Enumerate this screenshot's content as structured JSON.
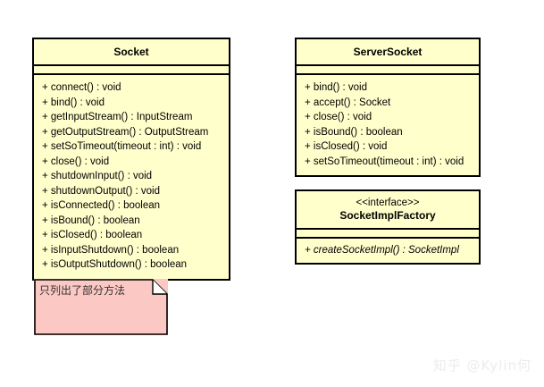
{
  "diagram": {
    "background_color": "#ffffff",
    "class_fill_color": "#ffffcc",
    "class_border_color": "#000000",
    "note_fill_color": "#fbc8c4",
    "classes": [
      {
        "id": "socket",
        "name": "Socket",
        "stereotype": "",
        "attributes": [],
        "operations": [
          "+ connect() : void",
          "+ bind() : void",
          "+ getInputStream() : InputStream",
          "+ getOutputStream() : OutputStream",
          "+ setSoTimeout(timeout : int) : void",
          "+ close() : void",
          "+ shutdownInput() : void",
          "+ shutdownOutput() : void",
          "+ isConnected() : boolean",
          "+ isBound() : boolean",
          "+ isClosed() : boolean",
          "+ isInputShutdown() : boolean",
          "+ isOutputShutdown() : boolean"
        ]
      },
      {
        "id": "serversocket",
        "name": "ServerSocket",
        "stereotype": "",
        "attributes": [],
        "operations": [
          "+ bind() : void",
          "+ accept() : Socket",
          "+ close() : void",
          "+ isBound() : boolean",
          "+ isClosed() : void",
          "+ setSoTimeout(timeout : int) : void"
        ]
      },
      {
        "id": "socketimplfactory",
        "name": "SocketImplFactory",
        "stereotype": "<<interface>>",
        "attributes": [],
        "operations": [
          "+ createSocketImpl() : SocketImpl"
        ]
      }
    ],
    "notes": [
      {
        "id": "note-partial-methods",
        "text": "只列出了部分方法"
      }
    ]
  },
  "watermark": {
    "text": "知乎 @Kylin何"
  }
}
